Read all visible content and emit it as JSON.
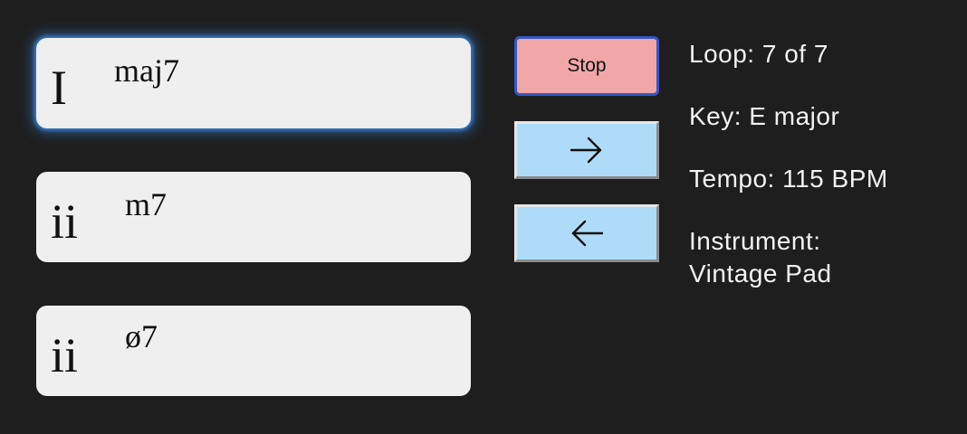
{
  "chords": [
    {
      "root": "I",
      "quality": "maj7",
      "selected": true
    },
    {
      "root": "ii",
      "quality": "m7",
      "selected": false
    },
    {
      "root": "ii",
      "quality": "ø7",
      "selected": false
    }
  ],
  "controls": {
    "stop_label": "Stop",
    "next_icon": "arrow-right-icon",
    "prev_icon": "arrow-left-icon"
  },
  "info": {
    "loop": "Loop: 7 of 7",
    "key": "Key: E major",
    "tempo": "Tempo: 115 BPM",
    "instrument_line1": "Instrument:",
    "instrument_line2": "Vintage Pad"
  },
  "colors": {
    "background": "#1e1e1e",
    "card": "#efefef",
    "selected_glow": "#3b82d6",
    "stop_button": "#f1a6a8",
    "stop_border": "#3457c4",
    "nav_button": "#aedcf8",
    "info_text": "#f2f2f2"
  }
}
